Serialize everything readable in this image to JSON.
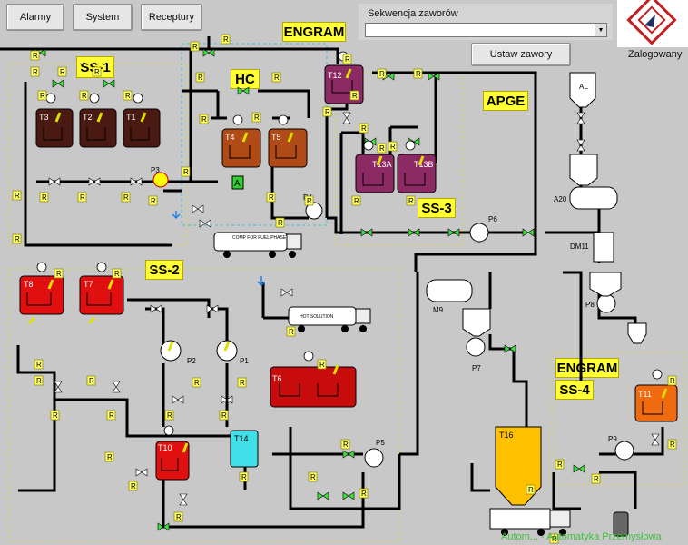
{
  "toolbar": {
    "alarms_label": "Alarmy",
    "system_label": "System",
    "recipes_label": "Receptury"
  },
  "valve_sequence": {
    "label": "Sekwencja zaworów",
    "selected": "",
    "set_button_label": "Ustaw zawory"
  },
  "status": {
    "logged_in_label": "Zalogowany"
  },
  "section_labels": {
    "engram_top": "ENGRAM",
    "ss1": "SS-1",
    "hc": "HC",
    "apge": "APGE",
    "ss3": "SS-3",
    "ss2": "SS-2",
    "engram_right": "ENGRAM",
    "ss4": "SS-4"
  },
  "tanks": {
    "t1": "T1",
    "t2": "T2",
    "t3": "T3",
    "t4": "T4",
    "t5": "T5",
    "t6": "T6",
    "t7": "T7",
    "t8": "T8",
    "t10": "T10",
    "t11": "T11",
    "t12": "T12",
    "t13a": "T13A",
    "t13b": "T13B",
    "t14": "T14",
    "t16": "T16"
  },
  "pumps": {
    "p1": "P1",
    "p2": "P2",
    "p3": "P3",
    "p4": "P4",
    "p5": "P5",
    "p6": "P6",
    "p7": "P7",
    "p8": "P8",
    "p9": "P9"
  },
  "equipment": {
    "al": "AL",
    "a20": "A20",
    "dm11": "DM11",
    "m9": "M9",
    "truck1": "COMP FOR FUEL PHASE",
    "truck2": "HOT SOLUTION",
    "automatic_mark": "A",
    "footer": "Autom... - Automatyka Przemysłowa"
  },
  "colors": {
    "background": "#c8c8c8",
    "label_yellow": "#ffff33",
    "ss1_tanks": "#4a1a12",
    "hc_tanks": "#b04a16",
    "ss3_tanks": "#8c2a64",
    "ss2_tanks": "#e01010",
    "t11": "#f06a10",
    "t14": "#40e0e8",
    "t16": "#ffc000",
    "valve_green": "#40e040"
  }
}
